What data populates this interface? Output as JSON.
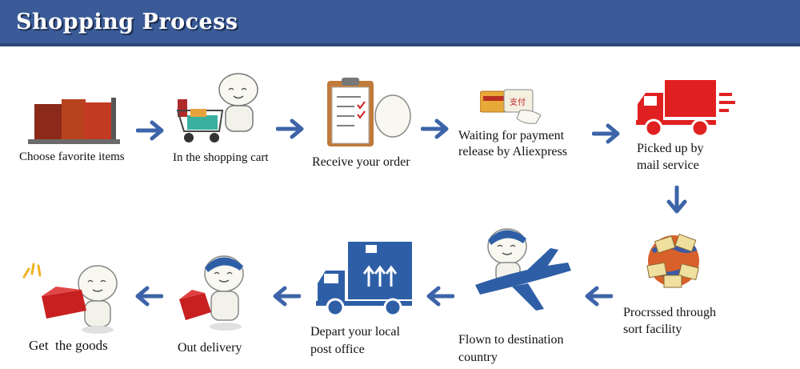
{
  "header": {
    "title": "Shopping Process"
  },
  "colors": {
    "header_bg": "#3a5b98",
    "arrow": "#3d64a8",
    "truck_red": "#e02020",
    "truck_blue": "#2e5fa6"
  },
  "steps": [
    {
      "label": "Choose favorite items",
      "icon": "books-icon"
    },
    {
      "label": "In the shopping cart",
      "icon": "shopping-cart-icon"
    },
    {
      "label": "Receive your order",
      "icon": "clipboard-icon"
    },
    {
      "label1": "Waiting for payment",
      "label2": "release by Aliexpress",
      "icon": "payment-card-icon"
    },
    {
      "label1": "Picked up by",
      "label2": "mail service",
      "icon": "delivery-truck-icon"
    },
    {
      "label1": "Procrssed through",
      "label2": "sort facility",
      "icon": "envelopes-globe-icon"
    },
    {
      "label1": "Flown to destination",
      "label2": "country",
      "icon": "airplane-icon"
    },
    {
      "label1": "Depart your local",
      "label2": "post office",
      "icon": "blue-truck-icon"
    },
    {
      "label": "Out delivery",
      "icon": "courier-icon"
    },
    {
      "label": "Get  the goods",
      "icon": "gift-icon"
    }
  ]
}
